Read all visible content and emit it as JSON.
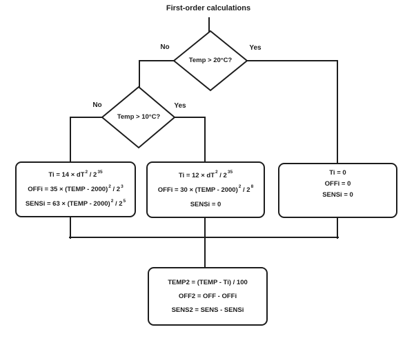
{
  "title": "First-order calculations",
  "colors": {
    "stroke": "#1c1c1c",
    "text": "#1c1c1c",
    "background": "#ffffff"
  },
  "decisions": {
    "temp20": {
      "label": "Temp > 20°C?",
      "no": "No",
      "yes": "Yes"
    },
    "temp10": {
      "label": "Temp > 10°C?",
      "no": "No",
      "yes": "Yes"
    }
  },
  "boxes": {
    "low_temp": {
      "lines": [
        [
          {
            "t": "Ti = 14 × dT"
          },
          {
            "s": "2"
          },
          {
            "t": " / 2"
          },
          {
            "s": "35"
          }
        ],
        [
          {
            "t": "OFFi = 35 × (TEMP - 2000)"
          },
          {
            "s": "2"
          },
          {
            "t": " / 2"
          },
          {
            "s": "3"
          }
        ],
        [
          {
            "t": "SENSi = 63 × (TEMP - 2000)"
          },
          {
            "s": "2"
          },
          {
            "t": " / 2"
          },
          {
            "s": "5"
          }
        ]
      ]
    },
    "mid_temp": {
      "lines": [
        [
          {
            "t": "Ti = 12 × dT"
          },
          {
            "s": "2"
          },
          {
            "t": " / 2"
          },
          {
            "s": "35"
          }
        ],
        [
          {
            "t": "OFFi = 30 × (TEMP - 2000)"
          },
          {
            "s": "2"
          },
          {
            "t": " / 2"
          },
          {
            "s": "8"
          }
        ],
        [
          {
            "t": "SENSi = 0"
          }
        ]
      ]
    },
    "high_temp": {
      "lines": [
        [
          {
            "t": "Ti = 0"
          }
        ],
        [
          {
            "t": "OFFi = 0"
          }
        ],
        [
          {
            "t": "SENSi = 0"
          }
        ]
      ]
    },
    "final": {
      "lines": [
        [
          {
            "t": "TEMP2 = (TEMP - Ti) / 100"
          }
        ],
        [
          {
            "t": "OFF2 = OFF - OFFi"
          }
        ],
        [
          {
            "t": "SENS2 = SENS - SENSi"
          }
        ]
      ]
    }
  }
}
